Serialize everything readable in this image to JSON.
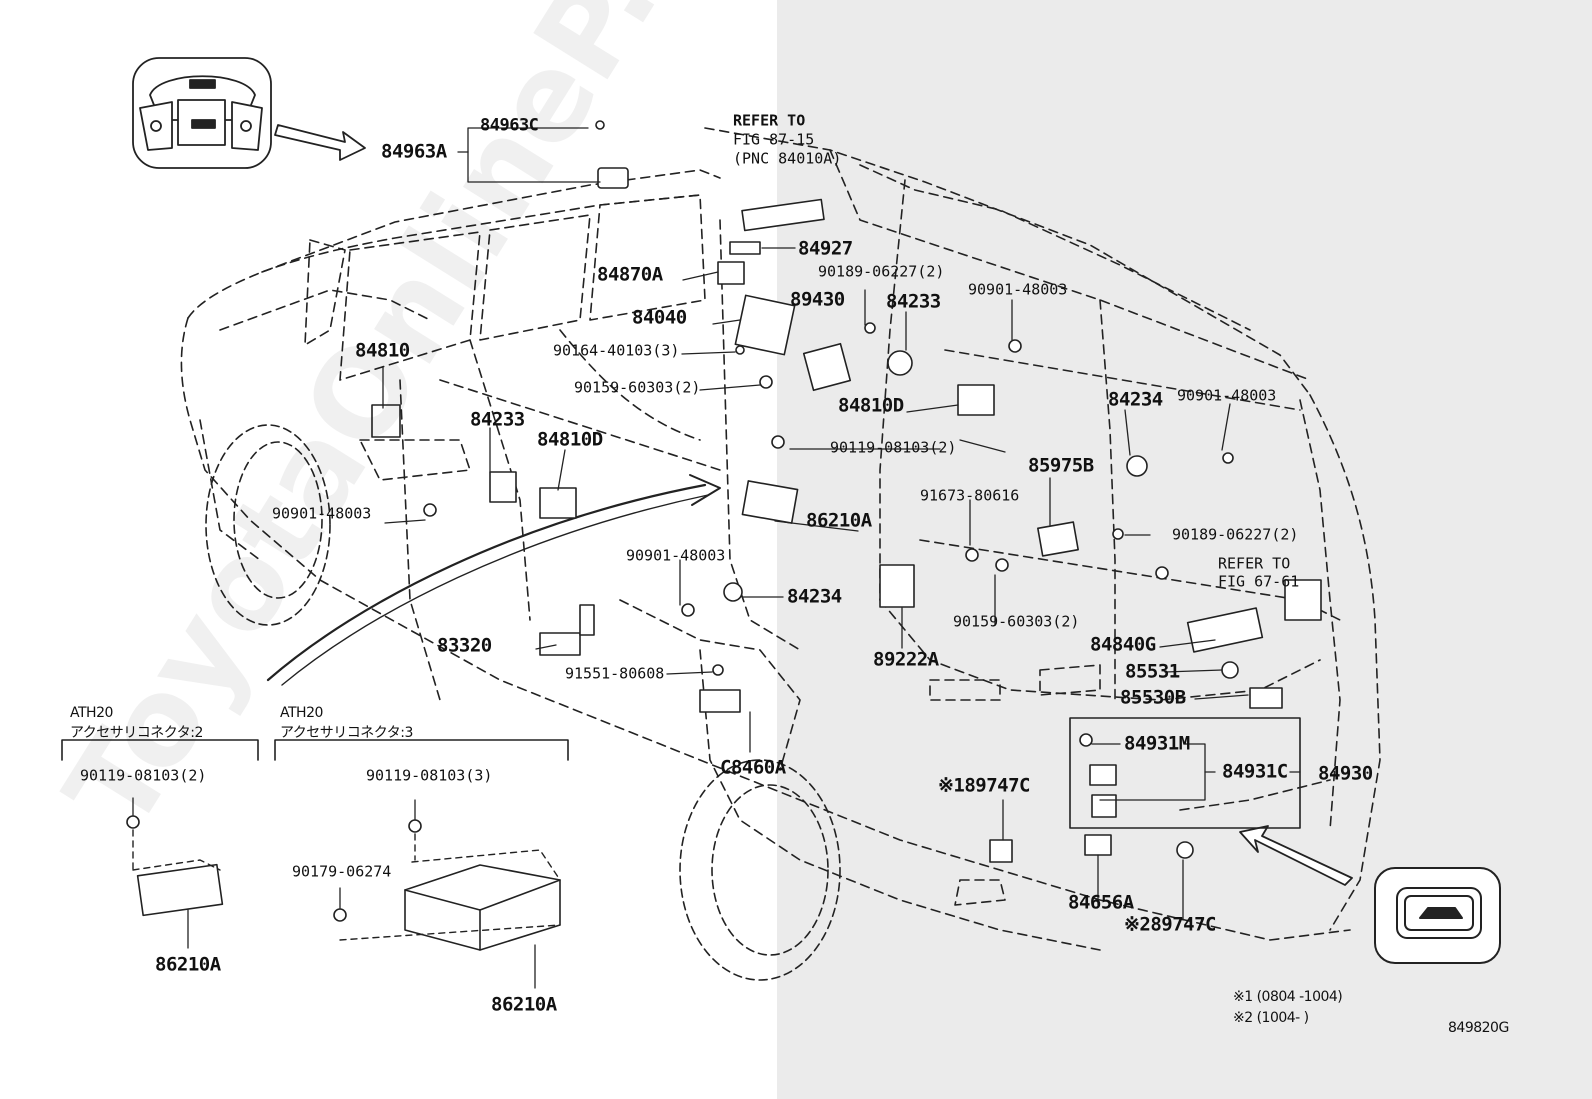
{
  "watermark": "ToyotaOnlineP.ru",
  "diagram_id": "849820G",
  "notes": [
    "※1 (0804 -1004)",
    "※2 (1004-       )"
  ],
  "refer_top": [
    "REFER TO",
    "FIG 87-15",
    "(PNC 84010A)"
  ],
  "refer_rear": [
    "REFER TO",
    "FIG 67-61"
  ],
  "variant_left": {
    "model": "ATH20",
    "desc": "アクセサリコネクタ:2"
  },
  "variant_right": {
    "model": "ATH20",
    "desc": "アクセサリコネクタ:3"
  },
  "labels": {
    "p84963C": "84963C",
    "p84963A": "84963A",
    "p84927": "84927",
    "p84870A": "84870A",
    "p90189_06227_2_top": "90189-06227(2)",
    "p90901_48003_top": "90901-48003",
    "p89430": "89430",
    "p84233_right": "84233",
    "p84040": "84040",
    "p90164_40103_3": "90164-40103(3)",
    "p90159_60303_2_top": "90159-60303(2)",
    "p84810D_right": "84810D",
    "p84234_right": "84234",
    "p90901_48003_right": "90901-48003",
    "p84810": "84810",
    "p84233_left": "84233",
    "p84810D_left": "84810D",
    "p90119_08103_2_mid": "90119-08103(2)",
    "p85975B": "85975B",
    "p91673_80616": "91673-80616",
    "p90901_48003_left": "90901-48003",
    "p86210A_mid": "86210A",
    "p90189_06227_2_rear": "90189-06227(2)",
    "p90901_48003_low": "90901-48003",
    "p84234_low": "84234",
    "p90159_60303_2_low": "90159-60303(2)",
    "p84840G": "84840G",
    "p83320": "83320",
    "p89222A": "89222A",
    "p85531": "85531",
    "p91551_80608": "91551-80608",
    "p85530B": "85530B",
    "p84931M": "84931M",
    "p84931C": "84931C",
    "p84930": "84930",
    "p89747C_1": "※189747C",
    "p84656A": "84656A",
    "p89747C_2": "※289747C",
    "pC8460A": "C8460A",
    "p90119_08103_2_box": "90119-08103(2)",
    "p90119_08103_3_box": "90119-08103(3)",
    "p90179_06274": "90179-06274",
    "p86210A_boxL": "86210A",
    "p86210A_boxR": "86210A"
  }
}
